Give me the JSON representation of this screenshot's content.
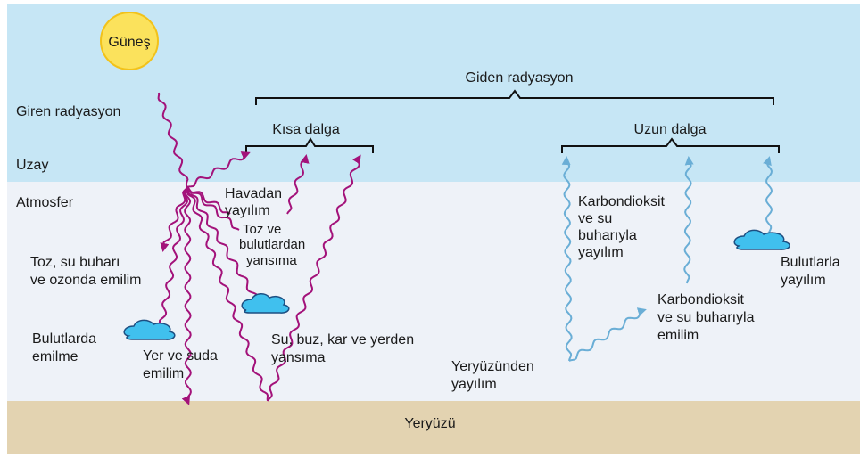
{
  "layers": {
    "space": "Uzay",
    "atmosphere": "Atmosfer",
    "surface": "Yeryüzü"
  },
  "sun": {
    "label": "Güneş"
  },
  "incoming": {
    "label": "Giren radyasyon"
  },
  "outgoing": {
    "label": "Giden radyasyon",
    "shortwave": "Kısa dalga",
    "longwave": "Uzun dalga"
  },
  "processes": {
    "air_scatter_1": "Havadan",
    "air_scatter_2": "yayılım",
    "cloud_reflect_1": "Toz ve",
    "cloud_reflect_2": "bulutlardan",
    "cloud_reflect_3": "yansıma",
    "dust_absorb_1": "Toz, su buharı",
    "dust_absorb_2": "ve ozonda emilim",
    "cloud_absorb_1": "Bulutlarda",
    "cloud_absorb_2": "emilme",
    "ground_absorb_1": "Yer ve suda",
    "ground_absorb_2": "emilim",
    "surface_reflect_1": "Su, buz, kar ve yerden",
    "surface_reflect_2": "yansıma",
    "co2_scatter_1": "Karbondioksit",
    "co2_scatter_2": "ve su",
    "co2_scatter_3": "buharıyla",
    "co2_scatter_4": "yayılım",
    "co2_absorb_1": "Karbondioksit",
    "co2_absorb_2": "ve su buharıyla",
    "co2_absorb_3": "emilim",
    "surface_emit_1": "Yeryüzünden",
    "surface_emit_2": "yayılım",
    "cloud_emit_1": "Bulutlarla",
    "cloud_emit_2": "yayılım"
  },
  "colors": {
    "space": "#c6e6f5",
    "atmosphere": "#eef2f8",
    "surface": "#e3d3b1",
    "sun": "#fbe25c",
    "sun_edge": "#f2c21a",
    "incoming_arrow": "#a3127a",
    "longwave_arrow": "#6aaed6",
    "cloud": "#40c0ee",
    "cloud_edge": "#1d4f82"
  }
}
